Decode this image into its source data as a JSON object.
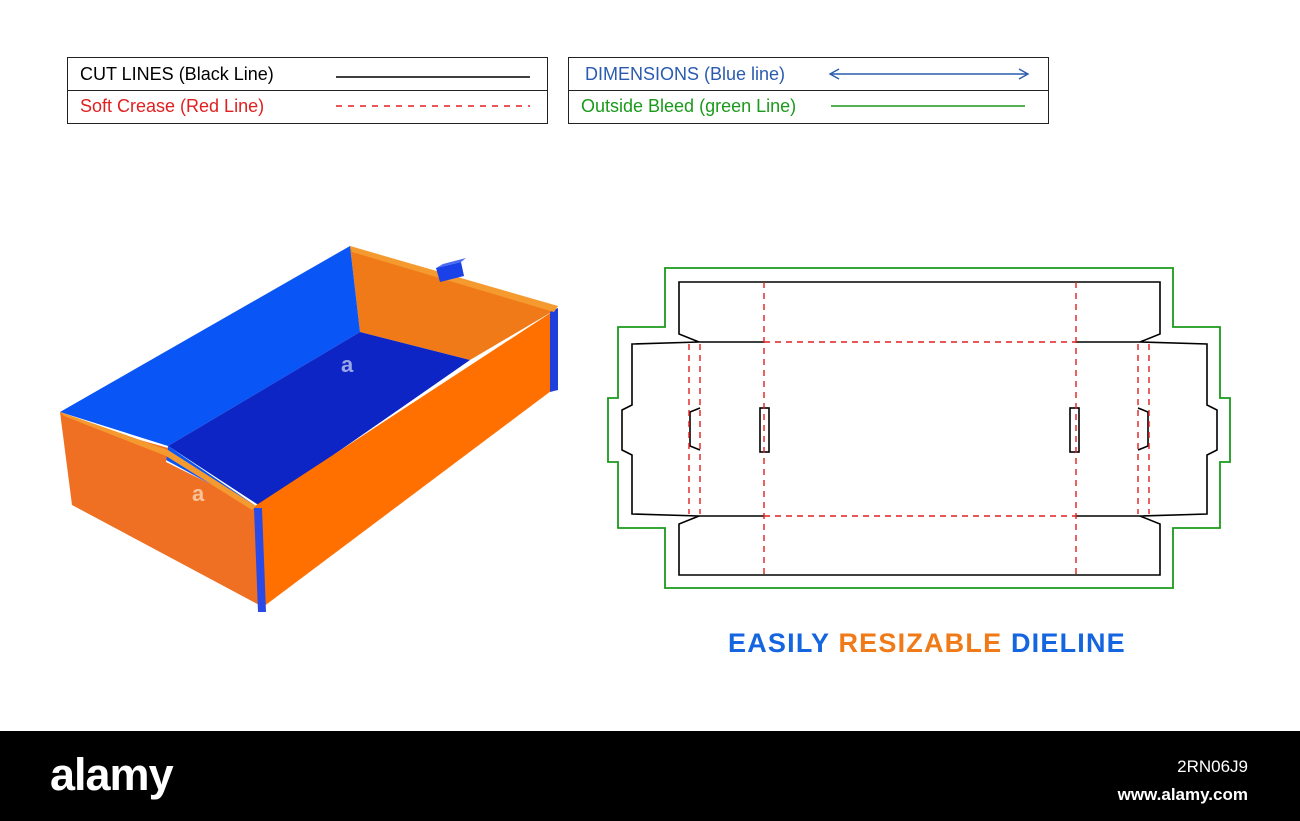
{
  "legend_left": {
    "cut_lines_label": "CUT LINES (Black Line)",
    "soft_crease_label": "Soft Crease (Red Line)"
  },
  "legend_right": {
    "dimensions_label": "DIMENSIONS (Blue line)",
    "outside_bleed_label": "Outside Bleed (green Line)"
  },
  "box_markers": [
    "a",
    "a"
  ],
  "tagline": {
    "word1": "EASILY",
    "word2": "RESIZABLE",
    "word3": "DIELINE"
  },
  "footer": {
    "logo": "alamy",
    "image_id": "2RN06J9",
    "site": "www.alamy.com"
  },
  "colors": {
    "cut_line": "#000000",
    "crease_line": "#e02020",
    "dimension_line": "#2a5bb0",
    "bleed_line": "#1a9a1a",
    "box_orange": "#f07a18",
    "box_orange_bright": "#ff7000",
    "box_blue": "#0a55f5",
    "box_blue_dark": "#0c25c4",
    "tagline_blue": "#1565e0",
    "tagline_orange": "#f07a18",
    "footer_bg": "#000000"
  }
}
